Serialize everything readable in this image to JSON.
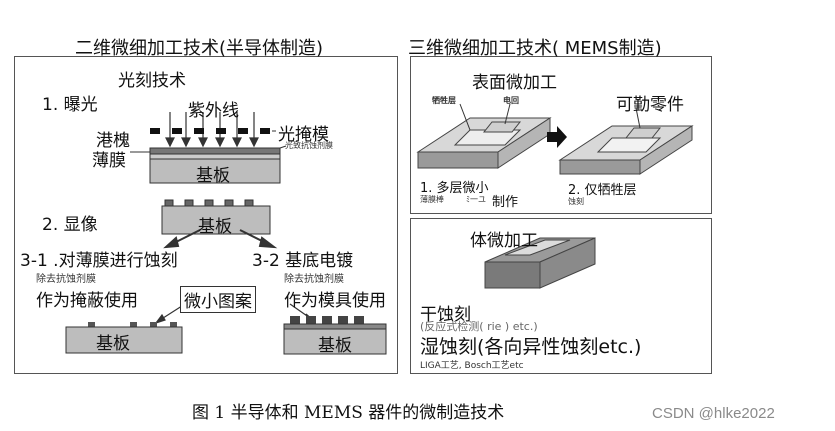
{
  "left_panel": {
    "title": "二维微细加工技术(半导体制造)",
    "subtitle": "光刻技术",
    "step1": "1. 曝光",
    "uv_label": "紫外线",
    "photomask": "光掩模",
    "trench": "港槐",
    "photoresist": "光致抗蚀剂膜",
    "thin_film": "薄膜",
    "substrate": "基板",
    "step2": "2. 显像",
    "substrate2": "基板",
    "step31": "3-1 .对薄膜进行蚀刻",
    "remove1": "除去抗蚀剂膜",
    "use_mask": "作为掩蔽使用",
    "step32": "3-2 基底电镀",
    "remove2": "除去抗蚀剂膜",
    "use_mold": "作为模具使用",
    "micro_pattern": "微小图案",
    "substrate3": "基板",
    "substrate4": "基板"
  },
  "right_panel": {
    "title": "三维微细加工技术( MEMS制造)",
    "surface_title": "表面微加工",
    "sacrificial": "牺牲层",
    "structure": "电回",
    "movable": "可勤零件",
    "step1": "1. 多层微小",
    "step1_sub": "薄膜棒",
    "step1_make": "制作",
    "step1_mid": "ﾐ一ユ",
    "step2": "2. 仅牺牲层",
    "step2_sub": "蚀刻",
    "bulk_title": "体微加工",
    "dry_etch": "干蚀刻",
    "rie_note": "(反应式检测( rie ) etc.)",
    "wet_etch": "湿蚀刻(各向异性蚀刻etc.)",
    "liga": "LIGA工艺, Bosch工艺etc"
  },
  "caption": "图 1  半导体和 MEMS 器件的微制造技术",
  "watermark": "CSDN @hlke2022"
}
